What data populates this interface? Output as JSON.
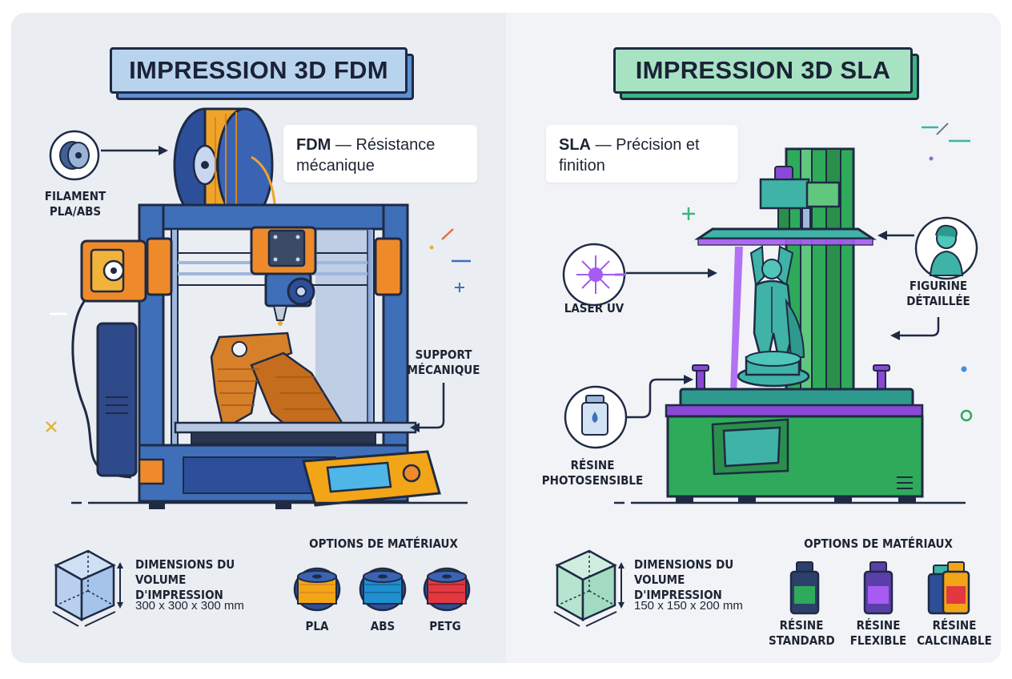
{
  "fdm": {
    "title": "IMPRESSION 3D FDM",
    "callout_tech": "FDM",
    "callout_text": "— Résistance mécanique",
    "filament_label": "FILAMENT PLA/ABS",
    "support_label": "SUPPORT MÉCANIQUE",
    "dims_label": "DIMENSIONS DU VOLUME D'IMPRESSION",
    "dims_value": "300 x 300 x 300 mm",
    "materials_title": "OPTIONS DE MATÉRIAUX",
    "materials": [
      {
        "name": "PLA",
        "color": "#f2a516"
      },
      {
        "name": "ABS",
        "color": "#1f8fd0"
      },
      {
        "name": "PETG",
        "color": "#e2383f"
      }
    ]
  },
  "sla": {
    "title": "IMPRESSION 3D SLA",
    "callout_tech": "SLA",
    "callout_text": "— Précision et finition",
    "laser_label": "LASER UV",
    "figurine_label": "FIGURINE DÉTAILLÉE",
    "resin_label": "RÉSINE PHOTOSENSIBLE",
    "dims_label": "DIMENSIONS DU VOLUME D'IMPRESSION",
    "dims_value": "150 x 150 x 200 mm",
    "materials_title": "OPTIONS DE MATÉRIAUX",
    "materials": [
      {
        "name": "RÉSINE STANDARD",
        "color": "#2faa5a"
      },
      {
        "name": "RÉSINE FLEXIBLE",
        "color": "#8a48d6"
      },
      {
        "name": "RÉSINE CALCINABLE",
        "color": "#e2383f"
      }
    ]
  },
  "colors": {
    "fdm_title_bg": "#b8d3ee",
    "sla_title_bg": "#a7e3c3",
    "outline": "#1f2a44",
    "frame_blue": "#3f6fb8",
    "accent_orange": "#ef8a2a",
    "resin_teal": "#3fb3a6",
    "uv_purple": "#a75bf2"
  }
}
